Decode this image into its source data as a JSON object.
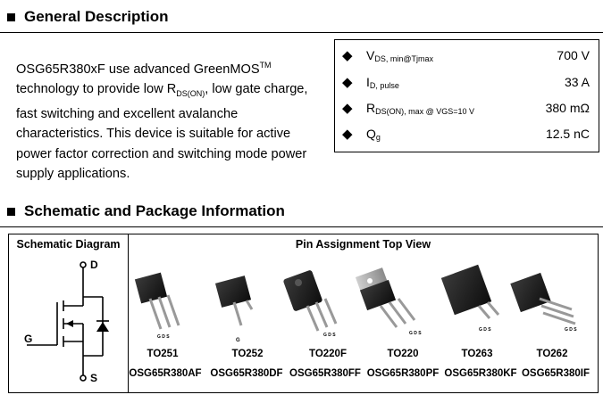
{
  "general": {
    "title": "General Description",
    "description_parts": [
      "OSG65R380xF use advanced GreenMOS",
      "TM",
      " technology to provide low R",
      "DS(ON)",
      ", low gate charge, fast switching and excellent avalanche characteristics. This device is suitable for active power factor correction and switching mode power supply applications."
    ],
    "specs": [
      {
        "bullet": "◆",
        "symbol": "V",
        "sub": "DS, min@Tjmax",
        "value": "700 V"
      },
      {
        "bullet": "◆",
        "symbol": "I",
        "sub": "D, pulse",
        "value": "33  A"
      },
      {
        "bullet": "◆",
        "symbol": "R",
        "sub": "DS(ON), max @ VGS=10 V",
        "value": "380 mΩ"
      },
      {
        "bullet": "◆",
        "symbol": "Q",
        "sub": "g",
        "value": "12.5  nC"
      }
    ]
  },
  "schematic_section": {
    "title": "Schematic and Package Information",
    "schematic_header": "Schematic Diagram",
    "pin_header": "Pin Assignment Top View",
    "pins": {
      "d": "D",
      "g": "G",
      "s": "S"
    },
    "packages": [
      {
        "name": "TO251",
        "part": "OSG65R380AF",
        "pins": "G D S"
      },
      {
        "name": "TO252",
        "part": "OSG65R380DF",
        "pins": "G"
      },
      {
        "name": "TO220F",
        "part": "OSG65R380FF",
        "pins": "G D S"
      },
      {
        "name": "TO220",
        "part": "OSG65R380PF",
        "pins": "G D S"
      },
      {
        "name": "TO263",
        "part": "OSG65R380KF",
        "pins": "G D S"
      },
      {
        "name": "TO262",
        "part": "OSG65R380IF",
        "pins": "G D S"
      }
    ]
  }
}
